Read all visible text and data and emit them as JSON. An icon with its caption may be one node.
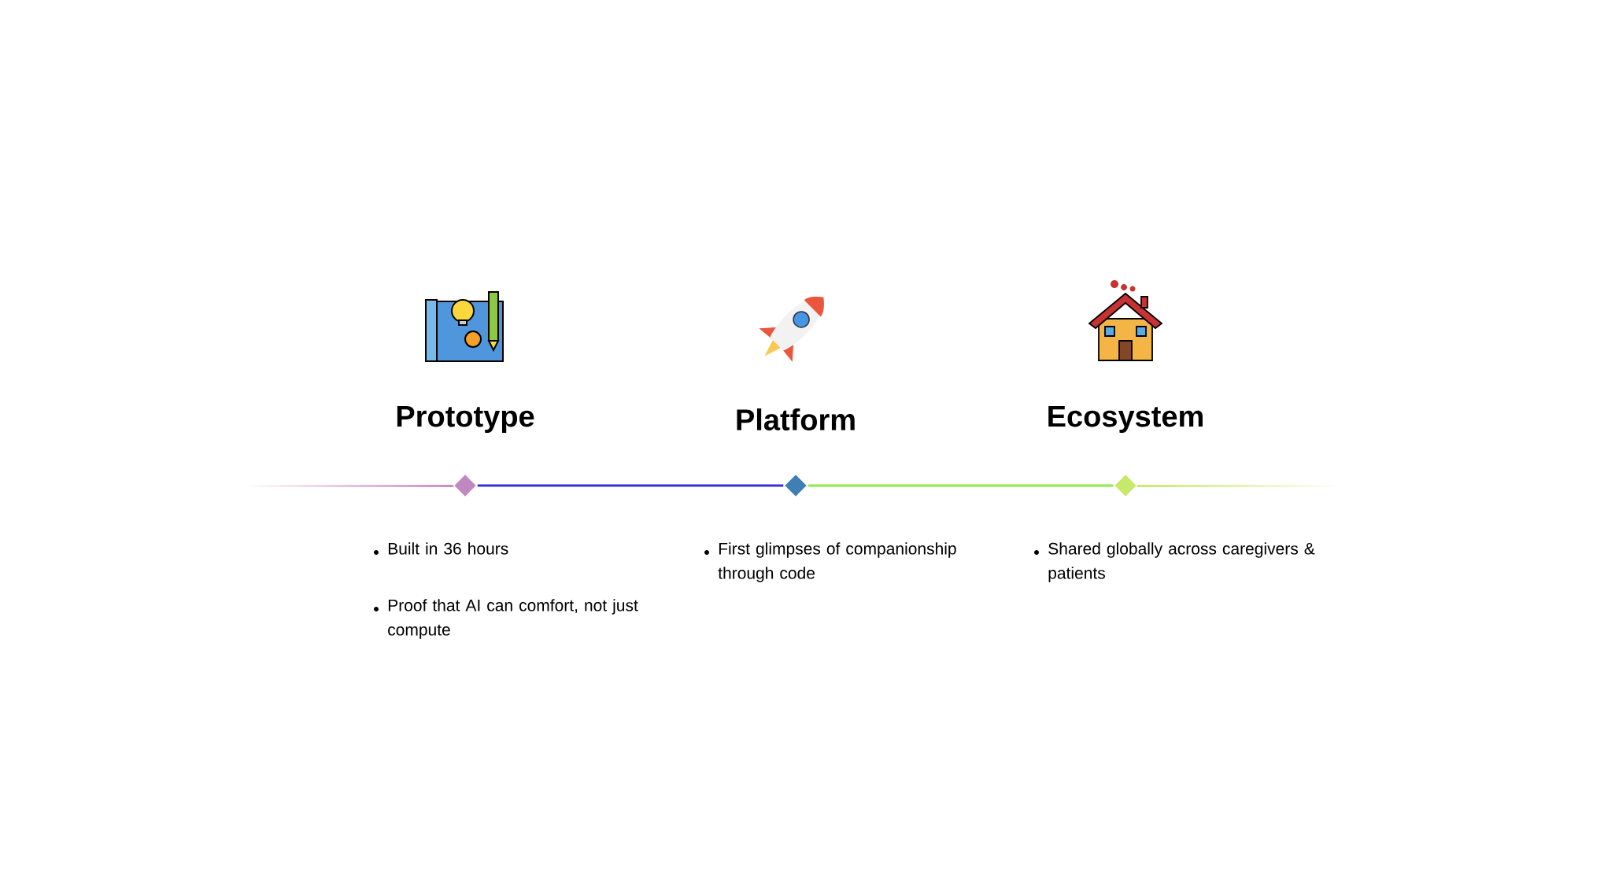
{
  "diagram": {
    "nodes": [
      {
        "text": [],
        "shape": "diamond",
        "beside": [
          "Prototype",
          "Built in 36 hours",
          "Proof that AI can comfort, not just compute"
        ]
      },
      {
        "text": [],
        "shape": "diamond",
        "beside": [
          "Platform",
          "First glimpses of companionship through code"
        ]
      },
      {
        "text": [],
        "shape": "diamond",
        "beside": [
          "Ecosystem",
          "Shared globally across caregivers & patients"
        ]
      }
    ],
    "edges": [
      {
        "from": 0,
        "to": 1,
        "arrow": "none",
        "color": "#3a2fd8"
      },
      {
        "from": 1,
        "to": 2,
        "arrow": "none",
        "color": "#8cea4a"
      }
    ]
  }
}
